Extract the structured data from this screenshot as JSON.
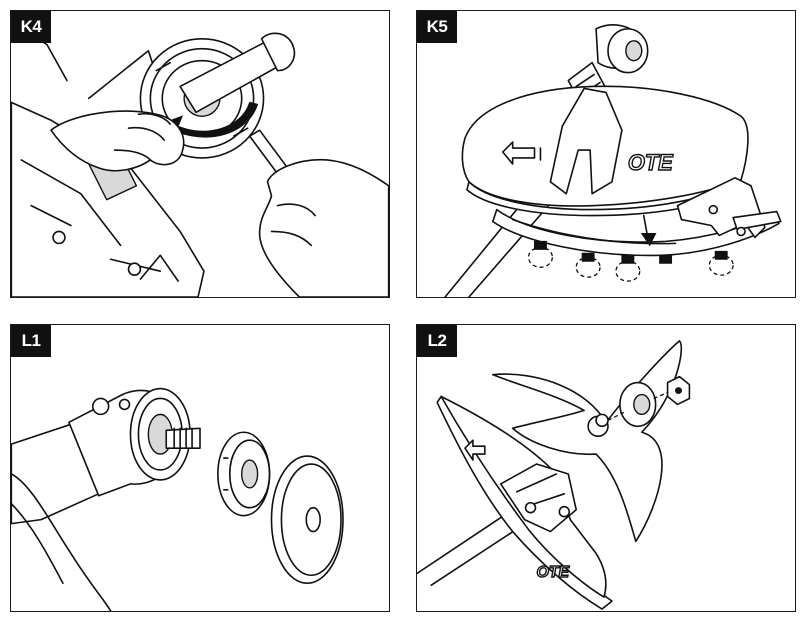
{
  "panels": [
    {
      "id": "K4",
      "label": "K4"
    },
    {
      "id": "K5",
      "label": "K5"
    },
    {
      "id": "L1",
      "label": "L1"
    },
    {
      "id": "L2",
      "label": "L2"
    }
  ],
  "logo_text": "OTE"
}
